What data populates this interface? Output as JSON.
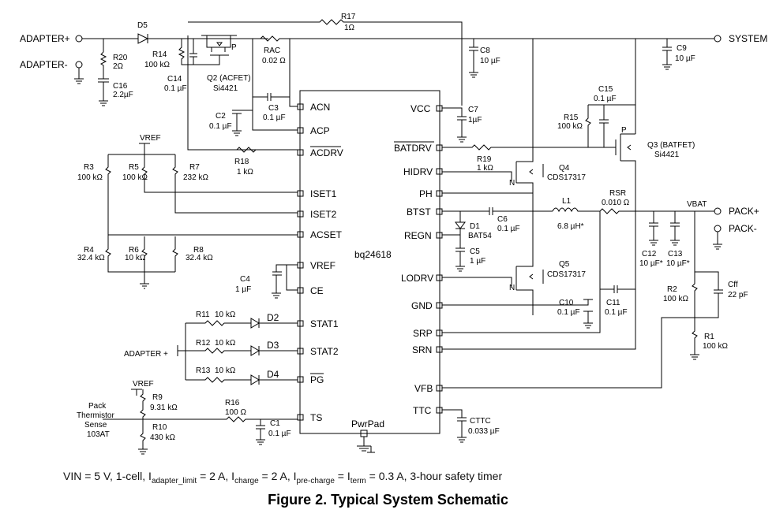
{
  "chip": {
    "name": "bq24618",
    "pad": "PwrPad",
    "left_pins": [
      "ACN",
      "ACP",
      "ACDRV",
      "ISET1",
      "ISET2",
      "ACSET",
      "VREF",
      "CE",
      "STAT1",
      "STAT2",
      "PG",
      "TS"
    ],
    "right_pins": [
      "VCC",
      "BATDRV",
      "HIDRV",
      "PH",
      "BTST",
      "REGN",
      "LODRV",
      "GND",
      "SRP",
      "SRN",
      "VFB",
      "TTC"
    ]
  },
  "nets": {
    "adapter_plus": "ADAPTER+",
    "adapter_minus": "ADAPTER-",
    "system": "SYSTEM",
    "pack_plus": "PACK+",
    "pack_minus": "PACK-",
    "vbat": "VBAT",
    "vref": "VREF",
    "adapter_plus2": "ADAPTER +",
    "thermistor": [
      "Pack",
      "Thermistor",
      "Sense",
      "103AT"
    ]
  },
  "parts": {
    "D5": "D5",
    "R20": [
      "R20",
      "2Ω"
    ],
    "C16": [
      "C16",
      "2.2µF"
    ],
    "R14": [
      "R14",
      "100 kΩ"
    ],
    "C14": [
      "C14",
      "0.1 µF"
    ],
    "Q2": [
      "Q2 (ACFET)",
      "Si4421"
    ],
    "R17": [
      "R17",
      "1Ω"
    ],
    "RAC": [
      "RAC",
      "0.02 Ω"
    ],
    "C8": [
      "C8",
      "10 µF"
    ],
    "C9": [
      "C9",
      "10 µF"
    ],
    "C3": [
      "C3",
      "0.1 µF"
    ],
    "C2": [
      "C2",
      "0.1 µF"
    ],
    "R18": [
      "R18",
      "1 kΩ"
    ],
    "R3": [
      "R3",
      "100 kΩ"
    ],
    "R5": [
      "R5",
      "100 kΩ"
    ],
    "R7": [
      "R7",
      "232 kΩ"
    ],
    "R4": [
      "R4",
      "32.4 kΩ"
    ],
    "R6": [
      "R6",
      "10 kΩ"
    ],
    "R8": [
      "R8",
      "32.4 kΩ"
    ],
    "C4": [
      "C4",
      "1 µF"
    ],
    "R11": [
      "R11",
      "10 kΩ"
    ],
    "R12": [
      "R12",
      "10 kΩ"
    ],
    "R13": [
      "R13",
      "10 kΩ"
    ],
    "D2": "D2",
    "D3": "D3",
    "D4": "D4",
    "R9": [
      "R9",
      "9.31 kΩ"
    ],
    "R10": [
      "R10",
      "430 kΩ"
    ],
    "R16": [
      "R16",
      "100 Ω"
    ],
    "C1": [
      "C1",
      "0.1 µF"
    ],
    "C7": [
      "C7",
      "1µF"
    ],
    "C15": [
      "C15",
      "0.1 µF"
    ],
    "R15": [
      "R15",
      "100 kΩ"
    ],
    "Q3": [
      "Q3 (BATFET)",
      "Si4421"
    ],
    "R19": [
      "R19",
      "1 kΩ"
    ],
    "Q4": [
      "Q4",
      "CDS17317"
    ],
    "L1": [
      "L1",
      "6.8 µH*"
    ],
    "RSR": [
      "RSR",
      "0.010 Ω"
    ],
    "C6": [
      "C6",
      "0.1 µF"
    ],
    "D1": [
      "D1",
      "BAT54"
    ],
    "C5": [
      "C5",
      "1 µF"
    ],
    "Q5": [
      "Q5",
      "CDS17317"
    ],
    "C10": [
      "C10",
      "0.1 µF"
    ],
    "C11": [
      "C11",
      "0.1 µF"
    ],
    "C12": [
      "C12",
      "10 µF*"
    ],
    "C13": [
      "C13",
      "10 µF*"
    ],
    "R2": [
      "R2",
      "100 kΩ"
    ],
    "Cff": [
      "Cff",
      "22 pF"
    ],
    "R1": [
      "R1",
      "100 kΩ"
    ],
    "CTTC": [
      "CTTC",
      "0.033 µF"
    ],
    "P": "P",
    "N": "N"
  },
  "caption": {
    "vin": "VIN = 5 V, 1-cell, I",
    "sub1": "adapter_limit",
    "mid1": " = 2 A, I",
    "sub2": "charge",
    "mid2": " = 2 A, I",
    "sub3": "pre-charge",
    "mid3": " = I",
    "sub4": "term",
    "end": " = 0.3 A, 3-hour safety timer"
  },
  "figure_title": "Figure 2.  Typical System Schematic"
}
